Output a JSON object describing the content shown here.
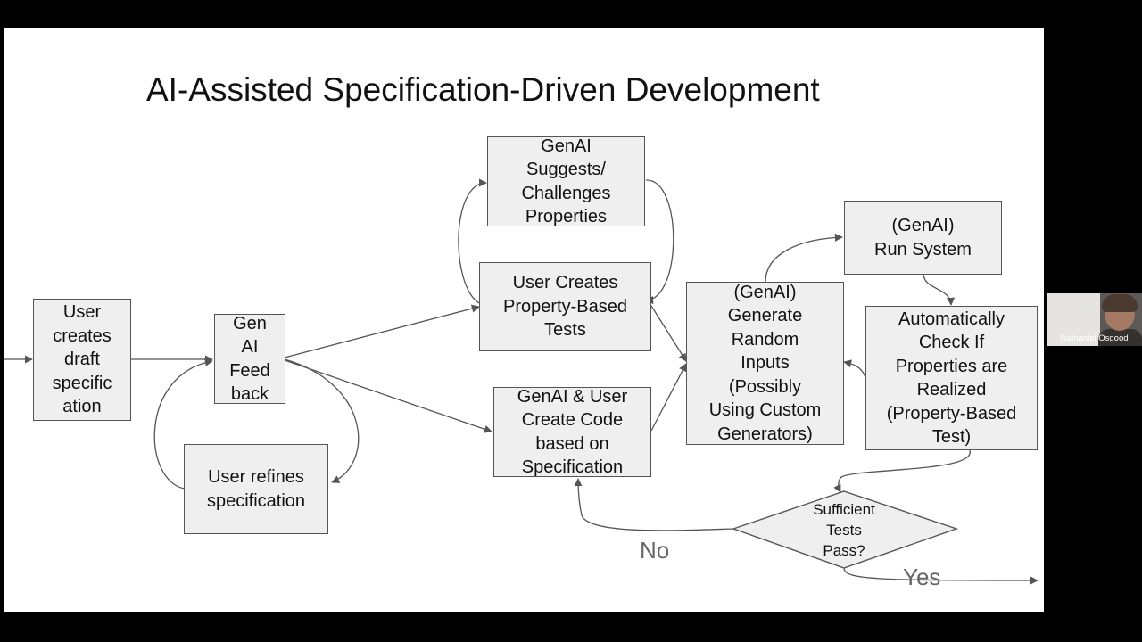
{
  "slide": {
    "title": "AI-Assisted Specification-Driven Development"
  },
  "nodes": {
    "draft": "User\ncreates\ndraft\nspecific\nation",
    "feedback": "Gen\nAI\nFeed\nback",
    "refine": "User refines\nspecification",
    "suggest": "GenAI\nSuggests/\nChallenges\nProperties",
    "pbt": "User Creates\nProperty-Based\nTests",
    "code": "GenAI & User\nCreate Code\nbased on\nSpecification",
    "generate": "(GenAI)\nGenerate\nRandom\nInputs\n(Possibly\nUsing Custom\nGenerators)",
    "run": "(GenAI)\nRun System",
    "check": "Automatically\nCheck If\nProperties are\nRealized\n(Property-Based\nTest)",
    "decision": "Sufficient\nTests\nPass?"
  },
  "edge_labels": {
    "no": "No",
    "yes": "Yes"
  },
  "participant": {
    "name": "Nathaniel Osgood"
  },
  "colors": {
    "box_fill": "#efefef",
    "box_border": "#555555",
    "arrow": "#555555",
    "background": "#000000",
    "slide": "#ffffff"
  }
}
